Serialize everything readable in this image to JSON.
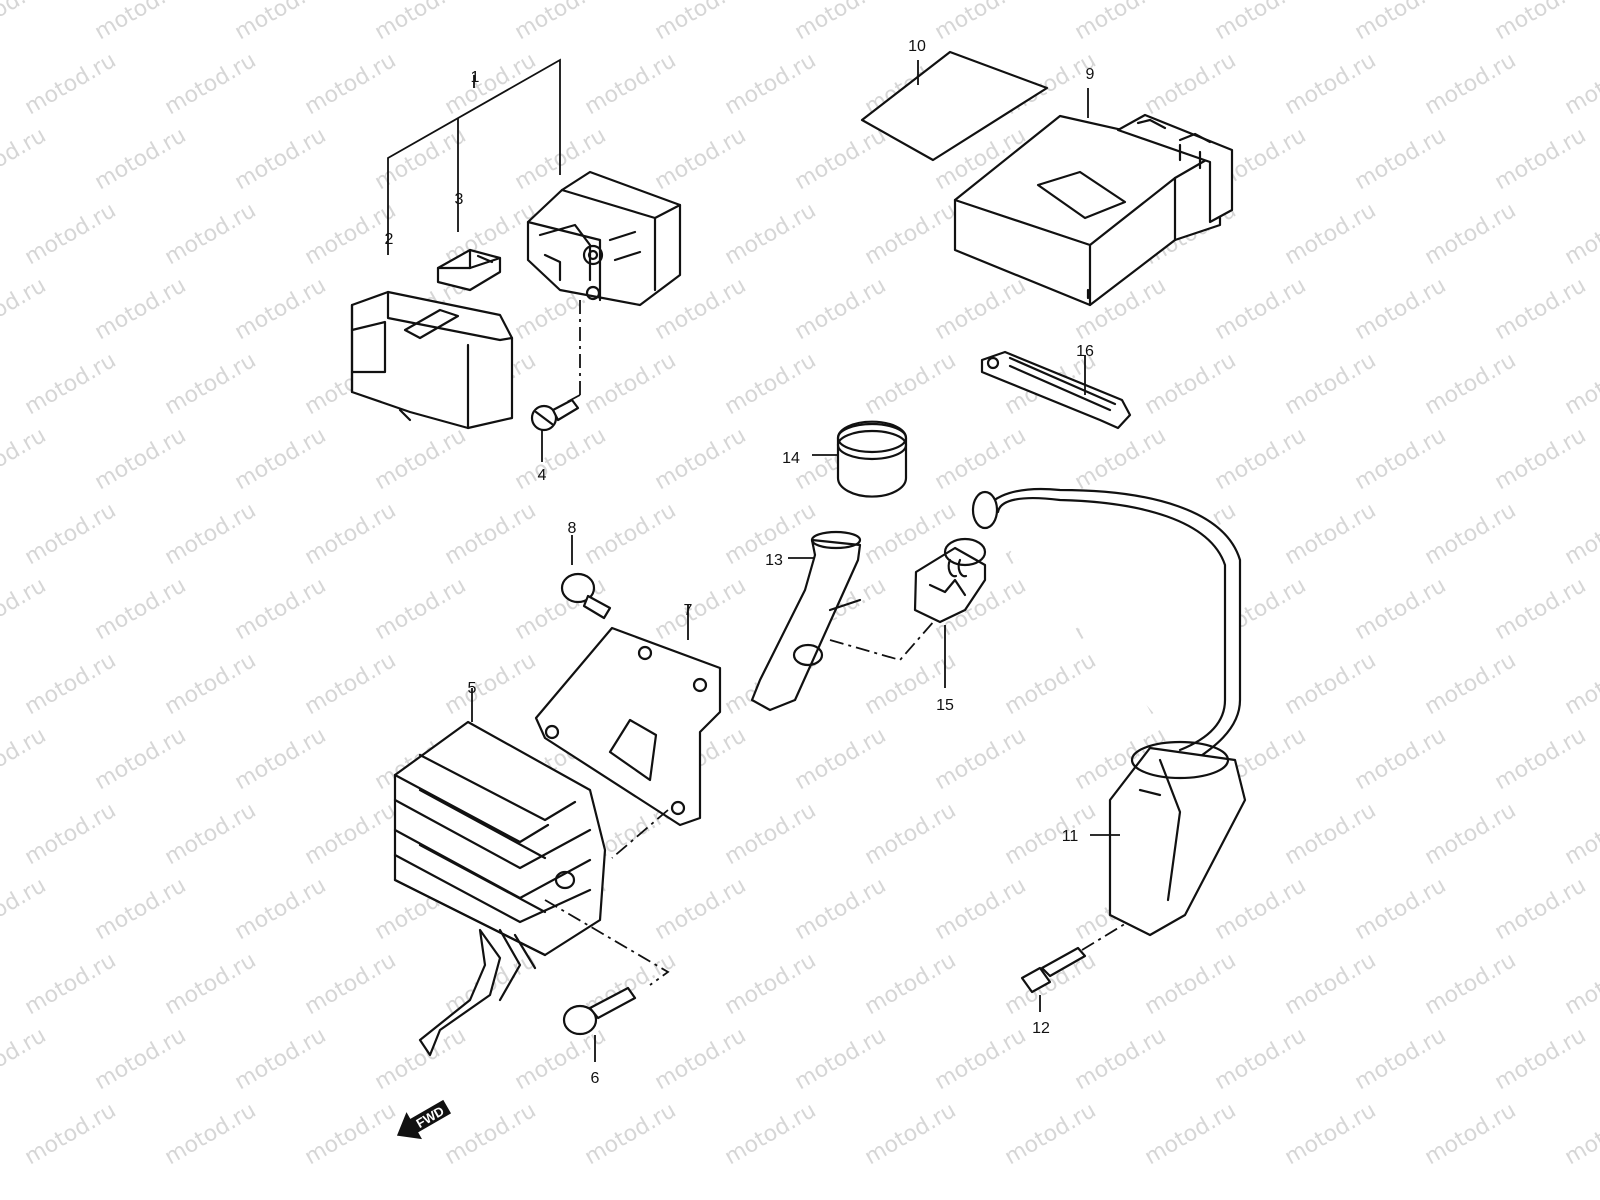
{
  "watermark": "motod.ru",
  "fwd_label": "FWD",
  "part_numbers": {
    "p1": "1",
    "p2": "2",
    "p3": "3",
    "p4": "4",
    "p5": "5",
    "p6": "6",
    "p7": "7",
    "p8": "8",
    "p9": "9",
    "p10": "10",
    "p11": "11",
    "p12": "12",
    "p13": "13",
    "p14": "14",
    "p15": "15",
    "p16": "16"
  },
  "icons": {
    "fwd": "forward-arrow-icon"
  }
}
